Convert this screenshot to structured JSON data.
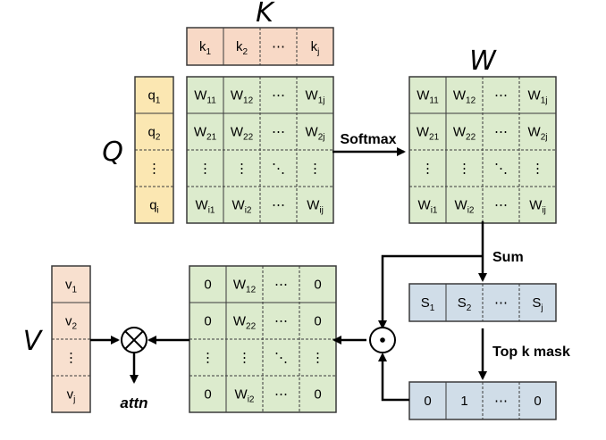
{
  "labels": {
    "K": "K",
    "Q": "Q",
    "W": "W",
    "V": "V",
    "softmax": "Softmax",
    "sum": "Sum",
    "topk": "Top k mask",
    "attn": "attn"
  },
  "k_row": [
    {
      "b": "k",
      "s": "1"
    },
    {
      "b": "k",
      "s": "2"
    },
    {
      "b": "⋯",
      "s": ""
    },
    {
      "b": "k",
      "s": "j"
    }
  ],
  "q_col": [
    {
      "b": "q",
      "s": "1"
    },
    {
      "b": "q",
      "s": "2"
    },
    {
      "b": "⋮",
      "s": ""
    },
    {
      "b": "q",
      "s": "i"
    }
  ],
  "w_matrix": [
    [
      {
        "b": "W",
        "s": "11"
      },
      {
        "b": "W",
        "s": "12"
      },
      {
        "b": "⋯",
        "s": ""
      },
      {
        "b": "W",
        "s": "1j"
      }
    ],
    [
      {
        "b": "W",
        "s": "21"
      },
      {
        "b": "W",
        "s": "22"
      },
      {
        "b": "⋯",
        "s": ""
      },
      {
        "b": "W",
        "s": "2j"
      }
    ],
    [
      {
        "b": "⋮",
        "s": ""
      },
      {
        "b": "⋮",
        "s": ""
      },
      {
        "b": "⋱",
        "s": ""
      },
      {
        "b": "⋮",
        "s": ""
      }
    ],
    [
      {
        "b": "W",
        "s": "i1"
      },
      {
        "b": "W",
        "s": "i2"
      },
      {
        "b": "⋯",
        "s": ""
      },
      {
        "b": "W",
        "s": "ij"
      }
    ]
  ],
  "s_row": [
    {
      "b": "S",
      "s": "1"
    },
    {
      "b": "S",
      "s": "2"
    },
    {
      "b": "⋯",
      "s": ""
    },
    {
      "b": "S",
      "s": "j"
    }
  ],
  "mask_row": [
    {
      "b": "0",
      "s": ""
    },
    {
      "b": "1",
      "s": ""
    },
    {
      "b": "⋯",
      "s": ""
    },
    {
      "b": "0",
      "s": ""
    }
  ],
  "masked_matrix": [
    [
      {
        "b": "0",
        "s": ""
      },
      {
        "b": "W",
        "s": "12"
      },
      {
        "b": "⋯",
        "s": ""
      },
      {
        "b": "0",
        "s": ""
      }
    ],
    [
      {
        "b": "0",
        "s": ""
      },
      {
        "b": "W",
        "s": "22"
      },
      {
        "b": "⋯",
        "s": ""
      },
      {
        "b": "0",
        "s": ""
      }
    ],
    [
      {
        "b": "⋮",
        "s": ""
      },
      {
        "b": "⋮",
        "s": ""
      },
      {
        "b": "⋱",
        "s": ""
      },
      {
        "b": "⋮",
        "s": ""
      }
    ],
    [
      {
        "b": "0",
        "s": ""
      },
      {
        "b": "W",
        "s": "i2"
      },
      {
        "b": "⋯",
        "s": ""
      },
      {
        "b": "0",
        "s": ""
      }
    ]
  ],
  "v_col": [
    {
      "b": "v",
      "s": "1"
    },
    {
      "b": "v",
      "s": "2"
    },
    {
      "b": "⋮",
      "s": ""
    },
    {
      "b": "v",
      "s": "j"
    }
  ],
  "operators": {
    "multiply": "⊗",
    "hadamard": "⊙"
  },
  "colors": {
    "k_fill": "#f8d9c6",
    "q_fill": "#fbe7b2",
    "w_fill": "#dcebcd",
    "s_fill": "#d0dde8",
    "v_fill": "#f8e0cf",
    "stroke": "#3a3a3a"
  }
}
